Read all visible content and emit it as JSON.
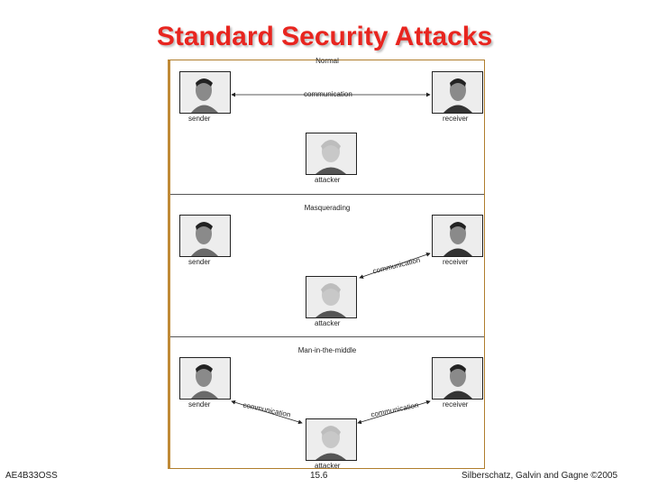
{
  "slide": {
    "title": "Standard Security Attacks",
    "footer_left": "AE4B33OSS",
    "footer_center": "15.6",
    "footer_right": "Silberschatz, Galvin and Gagne ©2005"
  },
  "panels": [
    {
      "title": "Normal",
      "sender": "sender",
      "receiver": "receiver",
      "attacker": "attacker",
      "comm": "communication"
    },
    {
      "title": "Masquerading",
      "sender": "sender",
      "receiver": "receiver",
      "attacker": "attacker",
      "comm": "communication"
    },
    {
      "title": "Man-in-the-middle",
      "sender": "sender",
      "receiver": "receiver",
      "attacker": "attacker",
      "comm_left": "communication",
      "comm_right": "communication"
    }
  ],
  "colors": {
    "title": "#e8251f",
    "frame": "#b07d2c"
  }
}
